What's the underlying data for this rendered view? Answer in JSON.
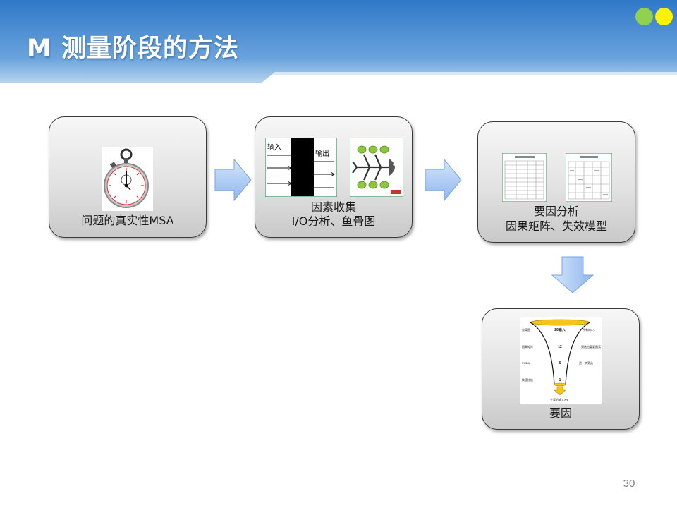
{
  "slide": {
    "title": "M 测量阶段的方法",
    "page_number": "30"
  },
  "flow": {
    "step1": {
      "label": "问题的真实性MSA",
      "image_icon": "stopwatch-icon"
    },
    "step2": {
      "label_line1": "因素收集",
      "label_line2": "I/O分析、鱼骨图",
      "io_input": "输入",
      "io_output": "输出",
      "image_icon": "fishbone-icon"
    },
    "step3": {
      "label_line1": "要因分析",
      "label_line2": "因果矩阵、失效模型",
      "image_icon": "document-icon"
    },
    "step4": {
      "label": "要因",
      "funnel": {
        "rows": [
          {
            "left": "鱼骨图",
            "center": "26输入",
            "right": "所有的X’s"
          },
          {
            "left": "因果矩阵",
            "center": "12",
            "right": "筛选出重要因素"
          },
          {
            "left": "FMEA",
            "center": "6",
            "right": "进一步筛选"
          },
          {
            "left": "快速措施",
            "center": "1",
            "right": ""
          }
        ],
        "bottom": "主要的输入X’s"
      }
    }
  },
  "colors": {
    "header_top": "#2f78c8",
    "header_bottom": "#b7d3ef",
    "dot_green": "#92d050",
    "dot_yellow": "#fff200",
    "arrow_fill": "#a9c8f5",
    "funnel_gold": "#f5c518"
  }
}
